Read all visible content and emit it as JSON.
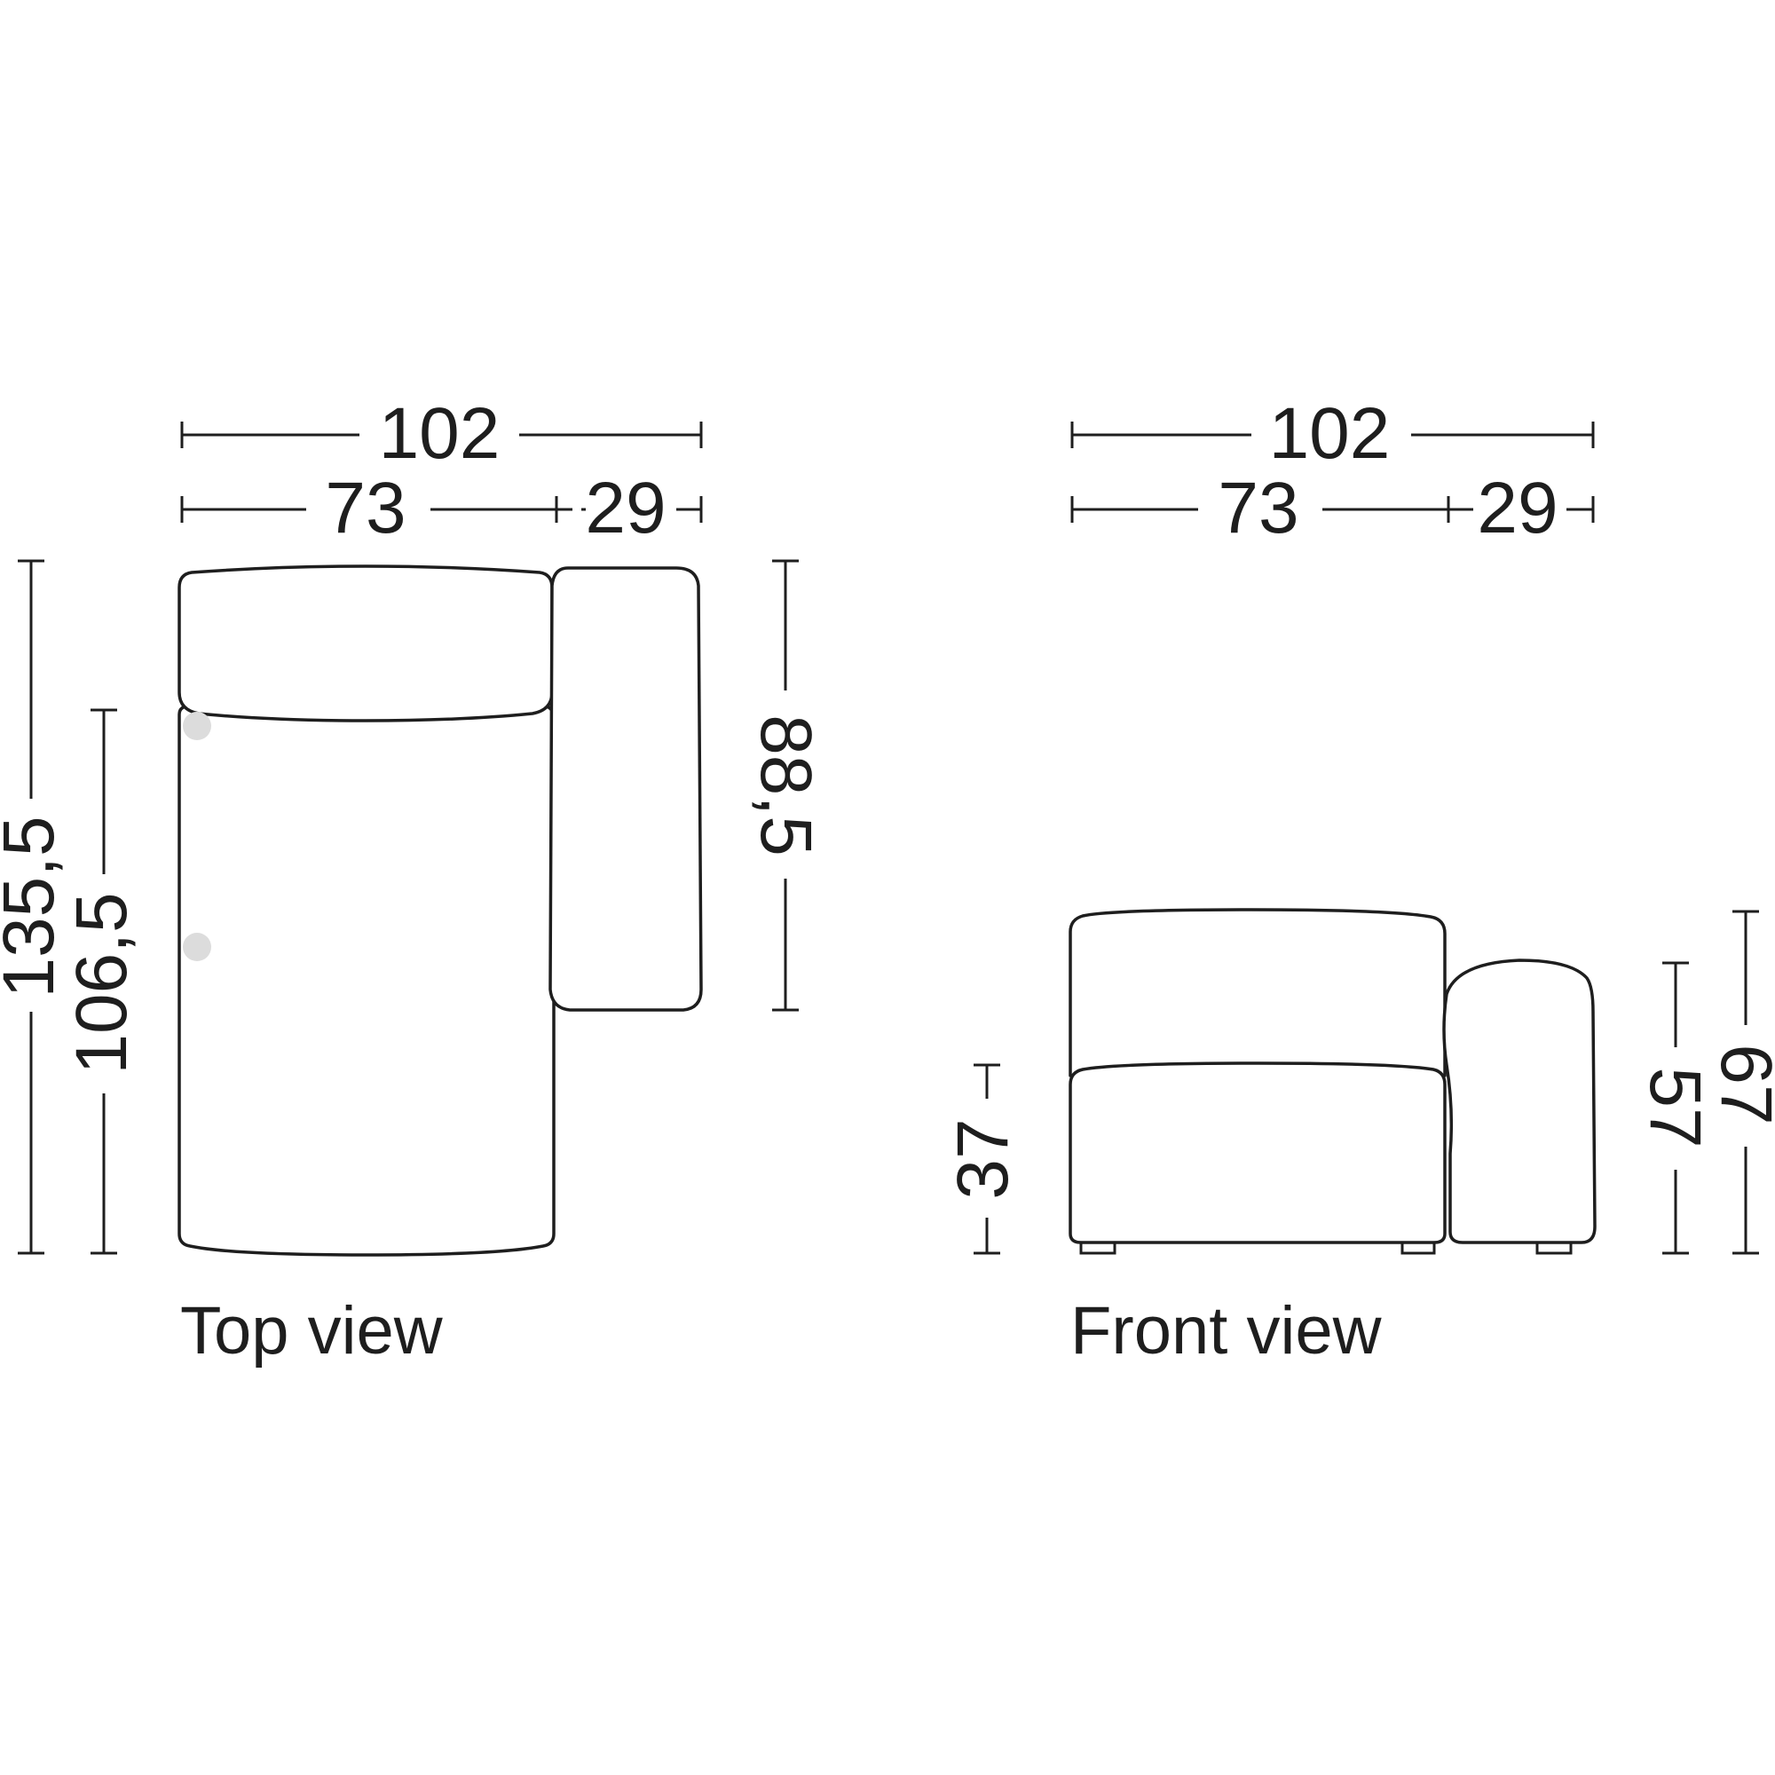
{
  "top_view": {
    "caption": "Top view",
    "width_total": "102",
    "width_seat": "73",
    "width_arm": "29",
    "depth_total": "135,5",
    "depth_seat": "106,5",
    "depth_arm": "88,5"
  },
  "front_view": {
    "caption": "Front view",
    "width_total": "102",
    "width_seat": "73",
    "width_arm": "29",
    "seat_height": "37",
    "arm_height": "57",
    "back_height": "67"
  },
  "colors": {
    "line": "#1e1e1e",
    "marker": "#dcdcdc",
    "background": "#ffffff"
  }
}
